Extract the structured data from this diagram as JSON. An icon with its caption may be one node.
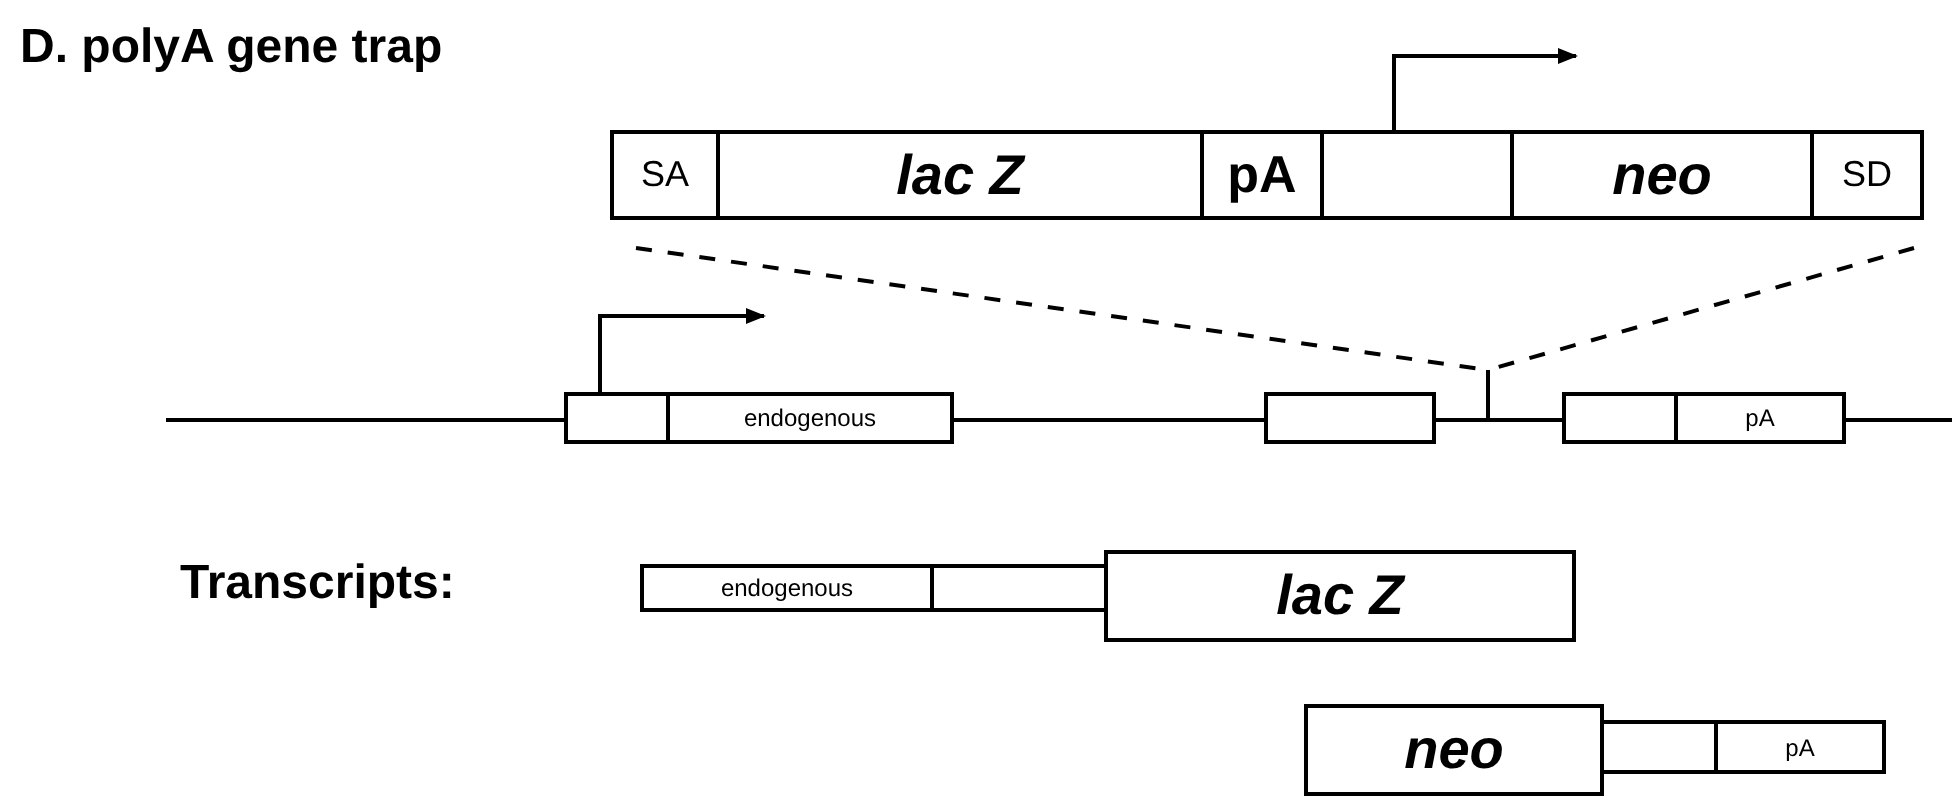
{
  "diagram": {
    "title": "D. polyA gene trap",
    "nodes": [
      {
        "text": [
          "SA"
        ]
      },
      {
        "text": [
          "lac Z"
        ]
      },
      {
        "text": [
          "pA"
        ]
      },
      {
        "text": [],
        "shape": "box"
      },
      {
        "text": [
          "neo"
        ]
      },
      {
        "text": [
          "SD"
        ]
      },
      {
        "text": [],
        "shape": "box"
      },
      {
        "text": [
          "endogenous"
        ]
      },
      {
        "text": [],
        "shape": "box"
      },
      {
        "text": [],
        "shape": "bar"
      },
      {
        "text": [],
        "shape": "box"
      },
      {
        "text": [
          "pA"
        ]
      },
      {
        "text": [
          "endogenous"
        ]
      },
      {
        "text": [],
        "shape": "box"
      },
      {
        "text": [
          "lac Z"
        ]
      },
      {
        "text": [
          "neo"
        ]
      },
      {
        "text": [],
        "shape": "box"
      },
      {
        "text": [
          "pA"
        ]
      }
    ],
    "edges": [
      {
        "from": 0,
        "to": 9,
        "arrow": "none",
        "style": "dashed"
      },
      {
        "from": 5,
        "to": 9,
        "arrow": "none",
        "style": "dashed"
      },
      {
        "from": 3,
        "to": null,
        "arrow": "to"
      },
      {
        "from": 6,
        "to": null,
        "arrow": "to"
      }
    ],
    "labels": [
      "Transcripts:"
    ]
  }
}
